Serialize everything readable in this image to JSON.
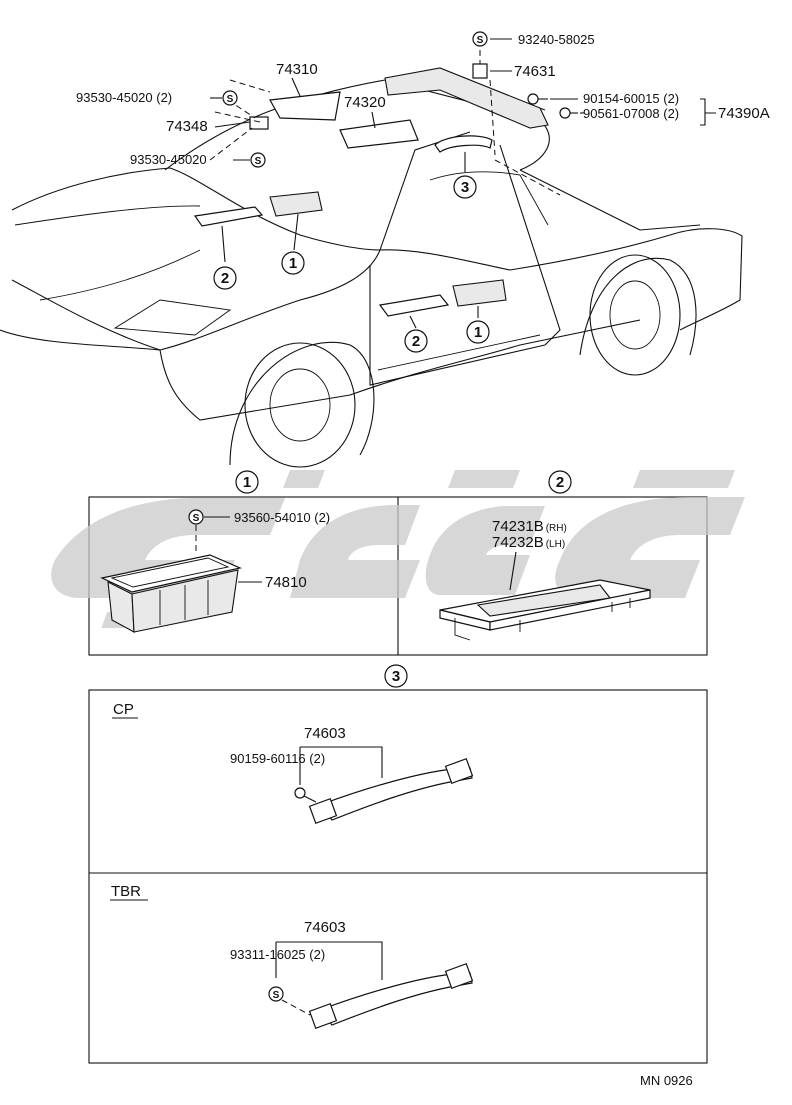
{
  "overview": {
    "labels": {
      "pn_74310": "74310",
      "pn_74320": "74320",
      "pn_74348": "74348",
      "pn_93530_a": "93530-45020 (2)",
      "pn_93530_b": "93530-45020",
      "pn_93240": "93240-58025",
      "pn_74631": "74631",
      "pn_90154": "90154-60015 (2)",
      "pn_90561": "90561-07008 (2)",
      "pn_74390A": "74390A"
    },
    "callouts": {
      "c1": "1",
      "c2": "2",
      "c3": "3"
    },
    "bolt_symbol": "S"
  },
  "detail_1": {
    "callout": "1",
    "bolt_symbol": "S",
    "screw": "93560-54010 (2)",
    "part": "74810"
  },
  "detail_2": {
    "callout": "2",
    "part_rh": "74231B",
    "rh_tag": "(RH)",
    "part_lh": "74232B",
    "lh_tag": "(LH)"
  },
  "detail_3": {
    "callout": "3",
    "cp": {
      "title": "CP",
      "part": "74603",
      "screw": "90159-60116 (2)"
    },
    "tbr": {
      "title": "TBR",
      "part": "74603",
      "screw": "93311-16025 (2)",
      "bolt_symbol": "S"
    }
  },
  "footer": {
    "code": "MN  0926"
  },
  "colors": {
    "line": "#111111",
    "watermark": "#c9c9c9",
    "background": "#ffffff"
  }
}
